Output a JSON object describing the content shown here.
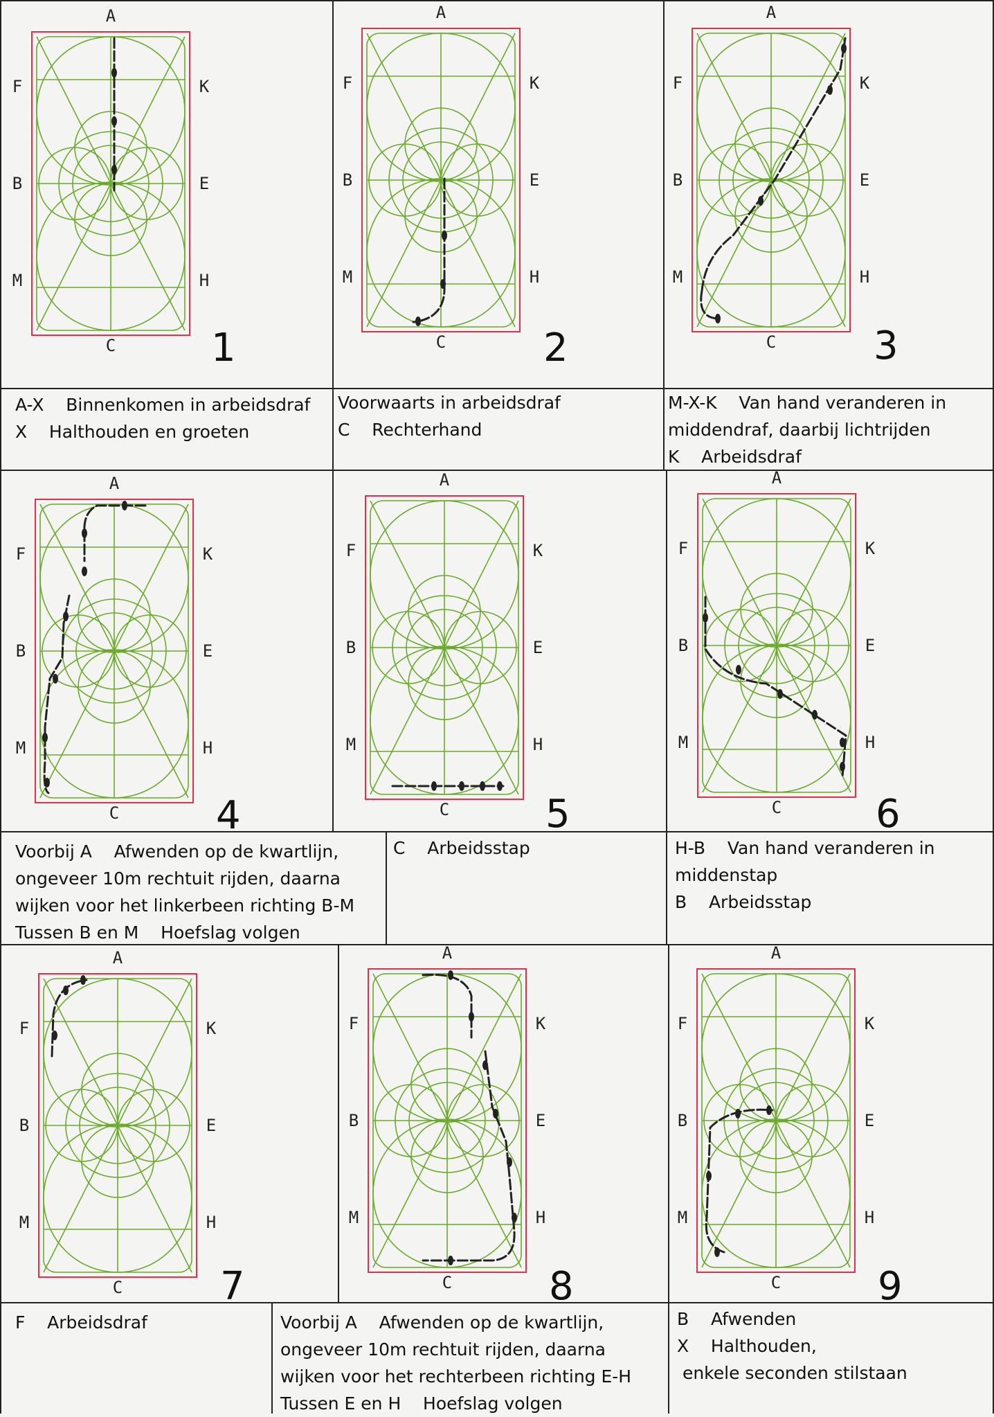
{
  "colors": {
    "border": "#e0304a",
    "grid": "#6aaa2a",
    "path": "#222222",
    "rule": "#222222"
  },
  "arena_letters": {
    "top": "A",
    "bottom": "C",
    "left": [
      "F",
      "B",
      "M"
    ],
    "right": [
      "K",
      "E",
      "H"
    ]
  },
  "figures": [
    {
      "number": "1",
      "lines": [
        "A-X    Binnenkomen in arbeidsdraf",
        "X    Halthouden en groeten"
      ]
    },
    {
      "number": "2",
      "lines": [
        "Voorwaarts in arbeidsdraf",
        "C    Rechterhand"
      ]
    },
    {
      "number": "3",
      "lines": [
        "M-X-K    Van hand veranderen in",
        "middendraf, daarbij lichtrijden",
        "K    Arbeidsdraf"
      ]
    },
    {
      "number": "4",
      "lines": [
        "Voorbij A    Afwenden op de kwartlijn,",
        "ongeveer 10m rechtuit rijden, daarna",
        "wijken voor het linkerbeen richting B-M",
        "Tussen B en M    Hoefslag volgen"
      ]
    },
    {
      "number": "5",
      "lines": [
        "C    Arbeidsstap"
      ]
    },
    {
      "number": "6",
      "lines": [
        "H-B    Van hand veranderen in",
        "middenstap",
        "B    Arbeidsstap"
      ]
    },
    {
      "number": "7",
      "lines": [
        "F    Arbeidsdraf"
      ]
    },
    {
      "number": "8",
      "lines": [
        "Voorbij A    Afwenden op de kwartlijn,",
        "ongeveer 10m rechtuit rijden, daarna",
        "wijken voor het rechterbeen richting E-H",
        "Tussen E en H    Hoefslag volgen"
      ]
    },
    {
      "number": "9",
      "lines": [
        "B    Afwenden",
        "X    Halthouden,",
        " enkele seconden stilstaan"
      ]
    }
  ]
}
